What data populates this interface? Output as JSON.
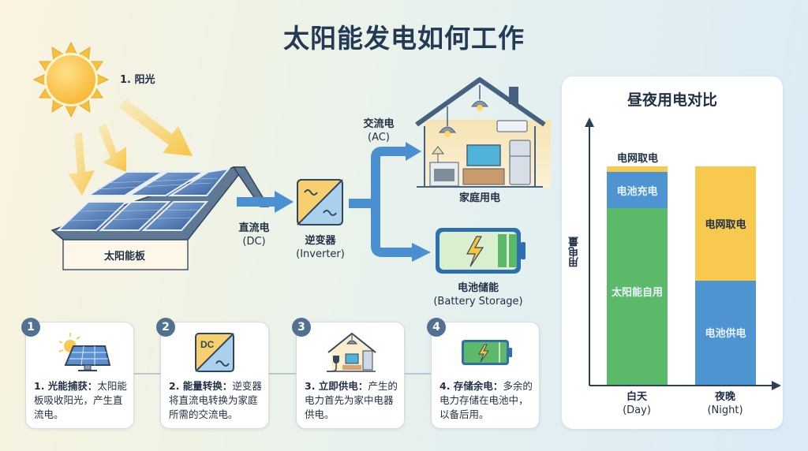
{
  "title": "太阳能发电如何工作",
  "flow": {
    "sunlight_label": "1. 阳光",
    "solar_panel_label": "太阳能板",
    "dc_label": "直流电",
    "dc_sub": "(DC)",
    "inverter_label": "逆变器",
    "inverter_sub": "(Inverter)",
    "ac_label": "交流电",
    "ac_sub": "(AC)",
    "home_label": "家庭用电",
    "battery_label": "电池储能",
    "battery_sub": "(Battery Storage)"
  },
  "steps": [
    {
      "number": "1",
      "icon": "solar-panel-sun-icon",
      "heading": "1. 光能捕获：",
      "text": "太阳能板吸收阳光，产生直流电。"
    },
    {
      "number": "2",
      "icon": "inverter-dc-ac-icon",
      "heading": "2. 能量转换：",
      "text": "逆变器将直流电转换为家庭所需的交流电。",
      "icon_text": "DC"
    },
    {
      "number": "3",
      "icon": "house-plug-icon",
      "heading": "3. 立即供电：",
      "text": "产生的电力首先为家中电器供电。"
    },
    {
      "number": "4",
      "icon": "battery-charge-icon",
      "heading": "4. 存储余电：",
      "text": "多余的电力存储在电池中，以备后用。"
    }
  ],
  "chart": {
    "title": "昼夜用电对比",
    "ylabel": "用电量",
    "day": {
      "label": "白天",
      "sub": "(Day)"
    },
    "night": {
      "label": "夜晚",
      "sub": "(Night)"
    },
    "day_segments": {
      "solar": "太阳能自用",
      "battery_charge": "电池充电",
      "grid": "电网取电"
    },
    "night_segments": {
      "grid": "电网取电",
      "battery_supply": "电池供电"
    }
  },
  "colors": {
    "solar_green": "#5cb96a",
    "battery_blue": "#4e94d1",
    "grid_yellow": "#f8c94f",
    "arrow_blue": "#4a8fd0",
    "title_navy": "#233a55"
  },
  "chart_data": {
    "type": "bar",
    "stacked": true,
    "title": "昼夜用电对比",
    "xlabel": "",
    "ylabel": "用电量",
    "categories": [
      "白天 (Day)",
      "夜晚 (Night)"
    ],
    "series": [
      {
        "name": "太阳能自用",
        "values": [
          81,
          0
        ],
        "color": "#5cb96a"
      },
      {
        "name": "电池充电",
        "values": [
          17,
          0
        ],
        "color": "#4e94d1"
      },
      {
        "name": "电池供电",
        "values": [
          0,
          48
        ],
        "color": "#4e94d1"
      },
      {
        "name": "电网取电",
        "values": [
          2,
          52
        ],
        "color": "#f8c94f"
      }
    ],
    "ylim": [
      0,
      100
    ],
    "grid": false,
    "legend": "inline labels on segments",
    "annotations": [
      "电网取电 (label above day bar)"
    ]
  }
}
